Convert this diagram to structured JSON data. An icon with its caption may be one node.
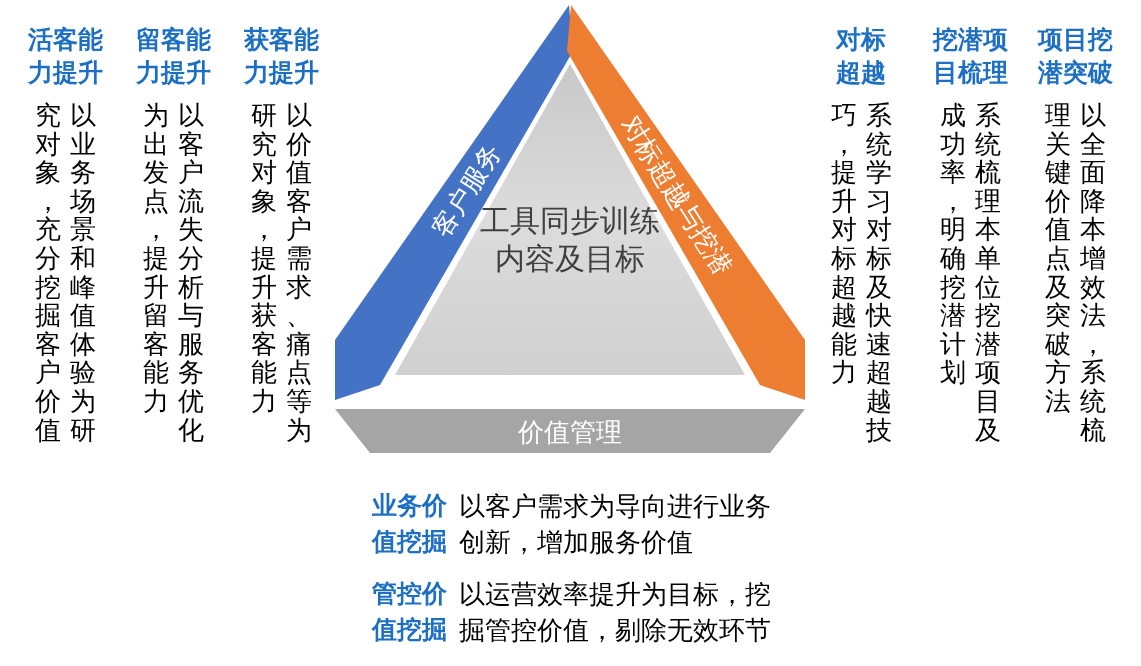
{
  "diagram": {
    "nodes": [
      {
        "text": [
          "客户服务"
        ]
      },
      {
        "text": [
          "对标超越与挖潜"
        ]
      },
      {
        "text": [
          "价值管理"
        ]
      },
      {
        "text": [
          "工具同步训练内容及目标"
        ]
      }
    ],
    "labels": [
      "活客能力提升",
      "以业务场景和峰值体验为研究对象，充分挖掘客户价值",
      "留客能力提升",
      "以客户流失分析与服务优化为出发点，提升留客能力",
      "获客能力提升",
      "以价值客户需求、痛点等为研究对象，提升获客能力",
      "对标超越",
      "系统学习对标及快速超越技巧，提升对标超越能力",
      "挖潜项目梳理",
      "系统梳理本单位挖潜项目及成功率，明确挖潜计划",
      "项目挖潜突破",
      "以全面降本增效法，系统梳理关键价值点及突破方法",
      "业务价值挖掘",
      "以客户需求为导向进行业务创新，增加服务价值",
      "管控价值挖掘",
      "以运营效率提升为目标，挖掘管控价值，剔除无效环节"
    ]
  }
}
